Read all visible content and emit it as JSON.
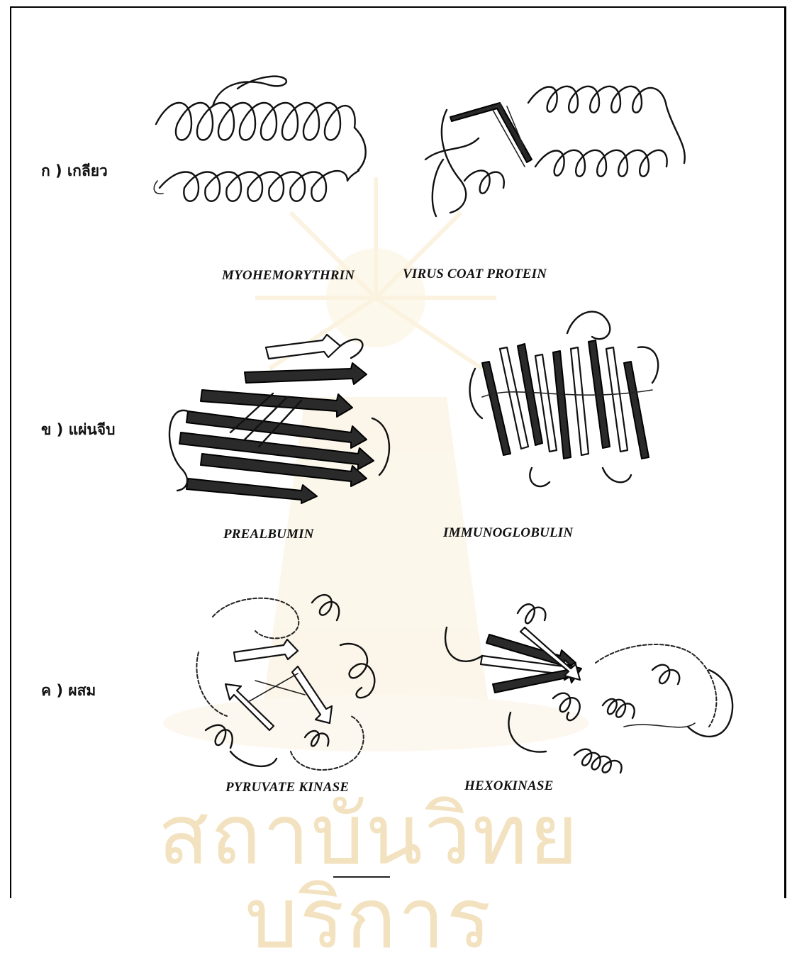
{
  "watermark": {
    "text": "สถาบันวิทยบริการ",
    "color": "#f3e2bf"
  },
  "rows": [
    {
      "label": "ก ) เกลียว",
      "structures": [
        {
          "name": "MYOHEMORYTHRIN"
        },
        {
          "name": "VIRUS COAT PROTEIN"
        }
      ]
    },
    {
      "label": "ข ) แผ่นจีบ",
      "structures": [
        {
          "name": "PREALBUMIN"
        },
        {
          "name": "IMMUNOGLOBULIN"
        }
      ]
    },
    {
      "label": "ค ) ผสม",
      "structures": [
        {
          "name": "PYRUVATE KINASE"
        },
        {
          "name": "HEXOKINASE"
        }
      ]
    }
  ]
}
